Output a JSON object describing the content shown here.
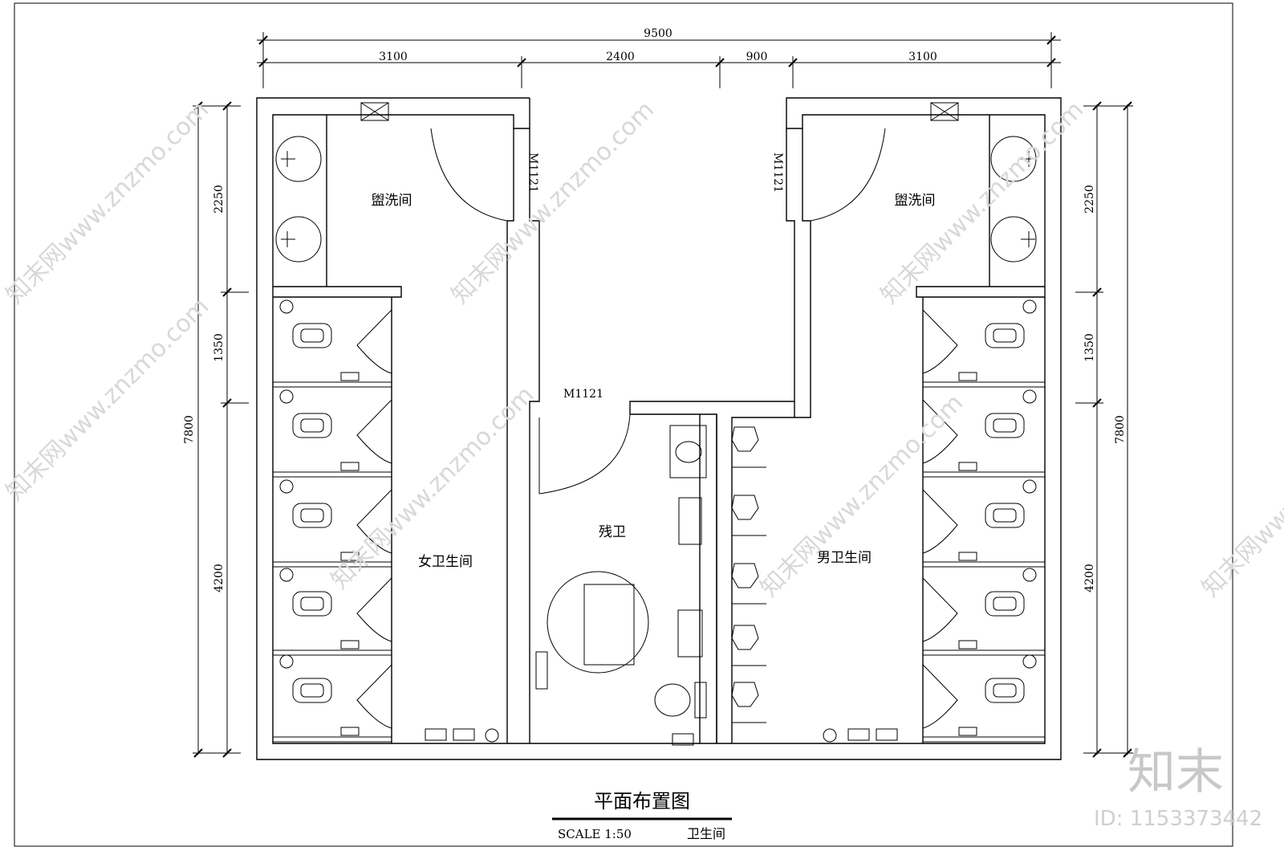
{
  "dimensions": {
    "total_width": "9500",
    "top_segments": [
      "3100",
      "2400",
      "900",
      "3100"
    ],
    "left_segments": [
      "2250",
      "1350",
      "4200"
    ],
    "right_segments": [
      "2250",
      "1350",
      "4200"
    ],
    "total_height_left": "7800",
    "total_height_right": "7800"
  },
  "rooms": {
    "washroom_left": "盥洗间",
    "washroom_right": "盥洗间",
    "women": "女卫生间",
    "men": "男卫生间",
    "accessible": "残卫"
  },
  "doors": {
    "left_door": "M1121",
    "right_door": "M1121",
    "accessible_door": "M1121"
  },
  "title": {
    "main": "平面布置图",
    "scale": "SCALE 1:50",
    "subtitle": "卫生间"
  },
  "watermark": {
    "text": "知末网www.znzmo.com",
    "brand": "知末",
    "id": "ID: 1153373442"
  }
}
